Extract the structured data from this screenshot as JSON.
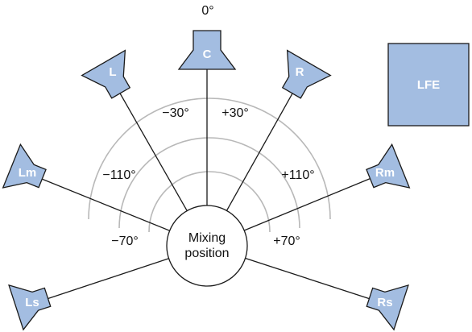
{
  "colors": {
    "speaker_fill": "#a3bde1",
    "speaker_stroke": "#1a1a1a",
    "arc_stroke": "#b8b8b8"
  },
  "mixing_position": {
    "line1": "Mixing",
    "line2": "position"
  },
  "speakers": {
    "c": "C",
    "l": "L",
    "r": "R",
    "lm": "Lm",
    "rm": "Rm",
    "ls": "Ls",
    "rs": "Rs",
    "lfe": "LFE"
  },
  "angles": {
    "center": "0°",
    "left_front": "−30°",
    "right_front": "+30°",
    "left_mid": "−110°",
    "right_mid": "+110°",
    "left_surround": "−70°",
    "right_surround": "+70°"
  }
}
